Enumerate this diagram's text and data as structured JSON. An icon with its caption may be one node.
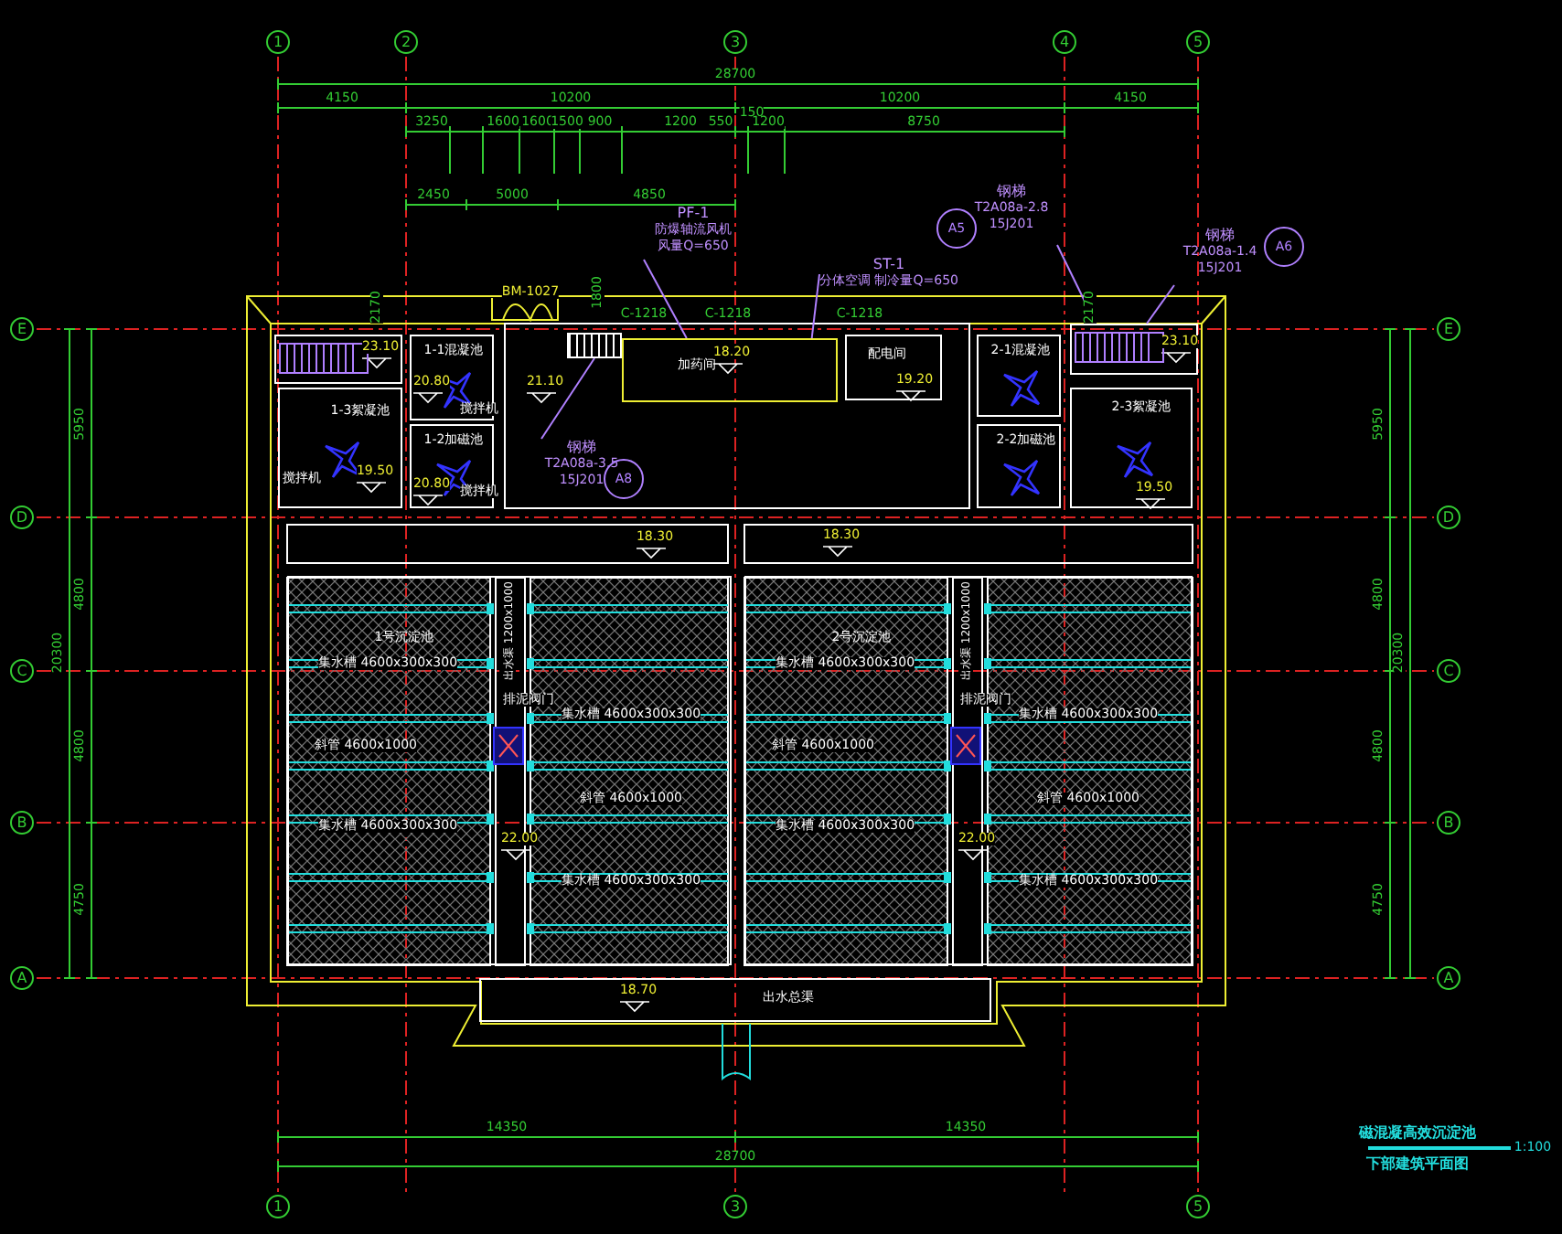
{
  "diagram": {
    "title": "磁混凝高效沉淀池",
    "caption": "下部建筑平面图",
    "nodes": [
      {
        "text": [],
        "shape": "box"
      },
      {
        "text": [
          "1-1混凝池"
        ]
      },
      {
        "text": [
          "1-3絮凝池"
        ]
      },
      {
        "text": [
          "1-2加磁池"
        ]
      },
      {
        "text": [
          "加药间"
        ]
      },
      {
        "text": [
          "配电间"
        ]
      },
      {
        "text": [
          "2-1混凝池"
        ]
      },
      {
        "text": [
          "2-2加磁池"
        ]
      },
      {
        "text": [
          "2-3絮凝池"
        ]
      },
      {
        "text": [],
        "shape": "box"
      },
      {
        "text": [
          "钢梯",
          "T2A08a-3.5",
          "15J201"
        ]
      },
      {
        "text": [
          "钢梯",
          "T2A08a-2.8",
          "15J201"
        ]
      },
      {
        "text": [
          "钢梯",
          "T2A08a-1.4",
          "15J201"
        ]
      },
      {
        "text": [],
        "shape": "box"
      },
      {
        "text": [
          "PF-1",
          "防爆轴流风机",
          "风量Q=650"
        ]
      },
      {
        "text": [
          "ST-1",
          "分体空调 制冷量Q=650"
        ]
      },
      {
        "text": [
          "1号沉淀池"
        ]
      },
      {
        "text": [
          "2号沉淀池"
        ]
      },
      {
        "text": [
          "出水总渠"
        ]
      }
    ],
    "edges": [
      {
        "from": 10,
        "to": 13,
        "arrow": "none"
      },
      {
        "from": 11,
        "to": 9,
        "arrow": "none"
      },
      {
        "from": 12,
        "to": 9,
        "arrow": "none"
      },
      {
        "from": 14,
        "to": 4,
        "arrow": "none"
      },
      {
        "from": 15,
        "to": 4,
        "arrow": "none"
      }
    ],
    "labels": [
      "1",
      "2",
      "3",
      "4",
      "5",
      "28700",
      "4150",
      "10200",
      "10200",
      "4150",
      "3250",
      "1600",
      "1600",
      "1500",
      "900",
      "1200",
      "550",
      "150",
      "1200",
      "8750",
      "2450",
      "5000",
      "4850",
      "A5",
      "A6",
      "BM-1027",
      "1800",
      "2170",
      "2170",
      "C-1218",
      "C-1218",
      "C-1218",
      "E",
      "E",
      "23.10",
      "18.20",
      "23.10",
      "20.80",
      "21.10",
      "19.20",
      "5950",
      "搅拌机",
      "5950",
      "搅拌机",
      "19.50",
      "20.80",
      "搅拌机",
      "A8",
      "19.50",
      "D",
      "D",
      "18.30",
      "18.30",
      "4800",
      "4800",
      "C",
      "20300",
      "集水槽 4600x300x300",
      "出水渠 1200x1000",
      "排泥阀门",
      "集水槽 4600x300x300",
      "集水槽 4600x300x300",
      "出水渠 1200x1000",
      "排泥阀门",
      "集水槽 4600x300x300",
      "20300",
      "C",
      "4800",
      "斜管 4600x1000",
      "斜管 4600x1000",
      "4800",
      "斜管 4600x1000",
      "斜管 4600x1000",
      "B",
      "集水槽 4600x300x300",
      "22.00",
      "集水槽 4600x300x300",
      "22.00",
      "B",
      "4750",
      "集水槽 4600x300x300",
      "集水槽 4600x300x300",
      "4750",
      "A",
      "A",
      "18.70",
      "14350",
      "14350",
      "28700",
      "1:100",
      "1",
      "3",
      "5"
    ]
  }
}
